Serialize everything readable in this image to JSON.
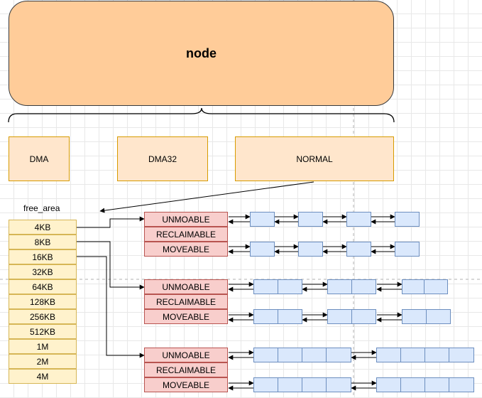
{
  "node": {
    "label": "node"
  },
  "zones": [
    {
      "label": "DMA"
    },
    {
      "label": "DMA32"
    },
    {
      "label": "NORMAL"
    }
  ],
  "free_area": {
    "title": "free_area",
    "orders": [
      "4KB",
      "8KB",
      "16KB",
      "32KB",
      "64KB",
      "128KB",
      "256KB",
      "512KB",
      "1M",
      "2M",
      "4M"
    ]
  },
  "migrate_groups": [
    {
      "types": [
        "UNMOABLE",
        "RECLAIMABLE",
        "MOVEABLE"
      ]
    },
    {
      "types": [
        "UNMOABLE",
        "RECLAIMABLE",
        "MOVEABLE"
      ]
    },
    {
      "types": [
        "UNMOABLE",
        "RECLAIMABLE",
        "MOVEABLE"
      ]
    }
  ],
  "colors": {
    "node_fill": "#ffcc99",
    "zone_fill": "#ffe6cc",
    "free_area_fill": "#fff2cc",
    "migrate_fill": "#f8cecc",
    "page_block_fill": "#dae8fc"
  }
}
